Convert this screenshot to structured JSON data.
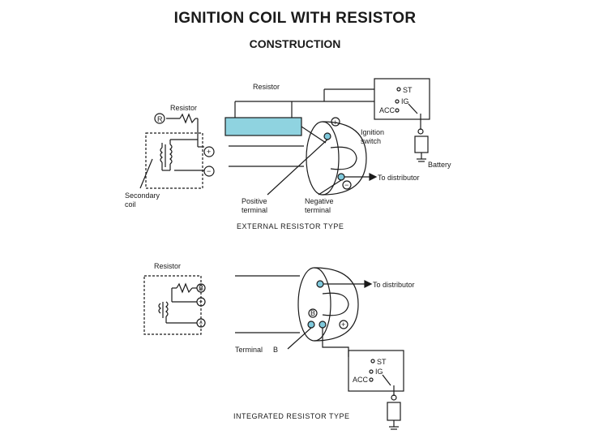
{
  "title": "IGNITION COIL WITH RESISTOR",
  "subtitle": "CONSTRUCTION",
  "external": {
    "caption": "EXTERNAL RESISTOR TYPE",
    "resistor_label": "Resistor",
    "schematic_resistor_label": "Resistor",
    "secondary_coil_label_1": "Secondary",
    "secondary_coil_label_2": "coil",
    "ignition_switch_label_1": "Ignition",
    "ignition_switch_label_2": "switch",
    "battery_label": "Battery",
    "to_distributor_label": "To distributor",
    "positive_terminal_label_1": "Positive",
    "positive_terminal_label_2": "terminal",
    "negative_terminal_label_1": "Negative",
    "negative_terminal_label_2": "terminal",
    "switch_st": "ST",
    "switch_ig": "IG",
    "switch_acc": "ACC",
    "mark_r": "R",
    "mark_plus": "+",
    "mark_minus": "−"
  },
  "integrated": {
    "caption": "INTEGRATED RESISTOR TYPE",
    "schematic_resistor_label": "Resistor",
    "to_distributor_label": "To distributor",
    "terminal_label": "Terminal",
    "mark_b": "B",
    "mark_plus": "+",
    "mark_minus": "−",
    "switch_st": "ST",
    "switch_ig": "IG",
    "switch_acc": "ACC"
  },
  "colors": {
    "resistor_fill": "#8fd3e0",
    "terminal_fill": "#7fc9dc",
    "line": "#1a1a1a"
  }
}
